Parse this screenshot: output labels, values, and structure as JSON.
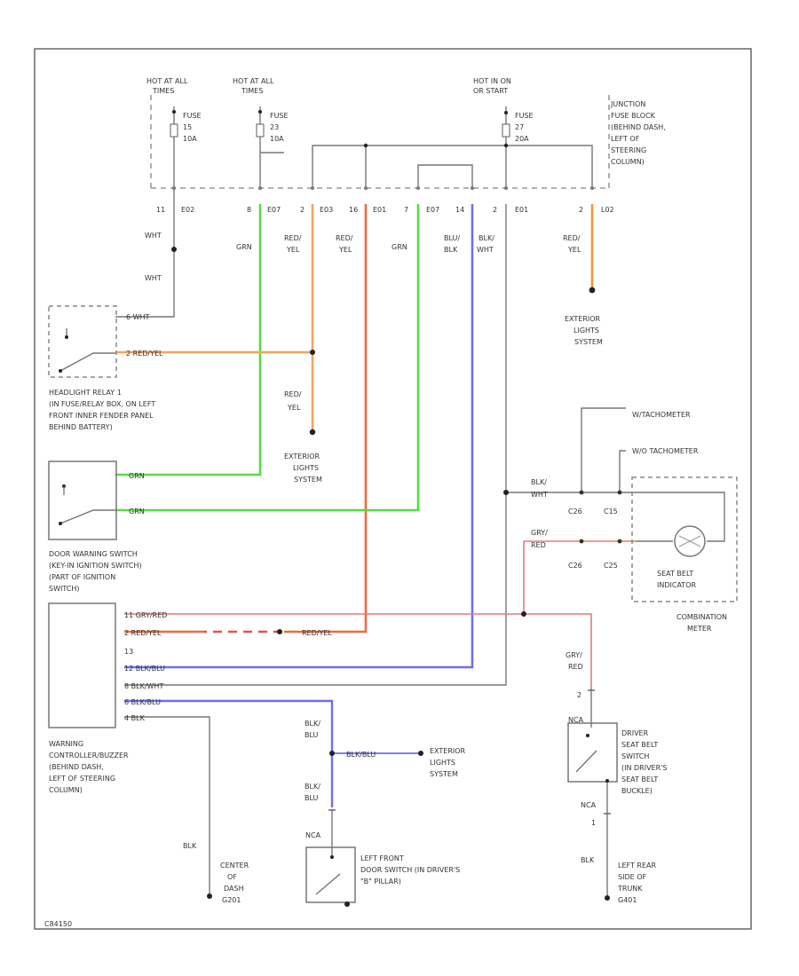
{
  "colors": {
    "green": "#55dd44",
    "orange": "#f7a35c",
    "red_orange": "#f2683c",
    "blue": "#6f6fee",
    "gray": "#777777",
    "pink_red": "#e8787b"
  },
  "power": {
    "hot1": [
      "HOT AT ALL",
      "TIMES"
    ],
    "hot2": [
      "HOT AT ALL",
      "TIMES"
    ],
    "hot3": [
      "HOT IN ON",
      "OR START"
    ],
    "fuse1": [
      "FUSE",
      "15",
      "10A"
    ],
    "fuse2": [
      "FUSE",
      "23",
      "10A"
    ],
    "fuse3": [
      "FUSE",
      "27",
      "20A"
    ]
  },
  "junction_box": [
    "JUNCTION",
    "FUSE BLOCK",
    "(BEHIND DASH,",
    "LEFT OF",
    "STEERING",
    "COLUMN)"
  ],
  "connectors": [
    {
      "pin": "11",
      "conn": "E02"
    },
    {
      "pin": "8",
      "conn": "E07"
    },
    {
      "pin": "2",
      "conn": "E03"
    },
    {
      "pin": "16",
      "conn": "E01"
    },
    {
      "pin": "7",
      "conn": "E07"
    },
    {
      "pin": "14",
      "conn": ""
    },
    {
      "pin": "2",
      "conn": "E01"
    },
    {
      "pin": "2",
      "conn": "L02"
    }
  ],
  "wire_labels": {
    "wht_top": "WHT",
    "wht_mid": "WHT",
    "grn1": "GRN",
    "red_yel_1": [
      "RED/",
      "YEL"
    ],
    "red_yel_2": [
      "RED/",
      "YEL"
    ],
    "grn2": "GRN",
    "blu_blk": [
      "BLU/",
      "BLK"
    ],
    "blk_wht": [
      "BLK/",
      "WHT"
    ],
    "red_yel_3": [
      "RED/",
      "YEL"
    ],
    "red_yel_4": [
      "RED/",
      "YEL"
    ],
    "blk_wht_2": [
      "BLK/",
      "WHT"
    ],
    "grn_red": [
      "GRY/",
      "RED"
    ],
    "grn_red_2": [
      "GRY/",
      "RED"
    ],
    "red_yel_5": "RED/YEL",
    "blk_blu_1": [
      "BLK/",
      "BLU"
    ],
    "blk_blu_2": [
      "BLK/",
      "BLU"
    ],
    "blk_blu_branch": "BLK/BLU",
    "blk_bottom": "BLK",
    "nca_1": "NCA",
    "nca_2": "NCA",
    "nca_3": "NCA",
    "blk_right": "BLK"
  },
  "relay_pins": {
    "p6_wht": "6 WHT",
    "p2_redyel": "2 RED/YEL",
    "grn_a": "GRN",
    "grn_b": "GRN"
  },
  "controller_pins": [
    "11 GRY/RED",
    "2 RED/YEL",
    "13",
    "12 BLK/BLU",
    "8 BLK/WHT",
    "6 BLK/BLU",
    "4 BLK"
  ],
  "components": {
    "exterior_1": [
      "EXTERIOR",
      "LIGHTS",
      "SYSTEM"
    ],
    "exterior_2": [
      "EXTERIOR",
      "LIGHTS",
      "SYSTEM"
    ],
    "exterior_3": [
      "EXTERIOR",
      "LIGHTS",
      "SYSTEM"
    ],
    "headlight_relay": [
      "HEADLIGHT RELAY 1",
      "(IN FUSE/RELAY BOX, ON LEFT",
      "FRONT INNER FENDER PANEL",
      "BEHIND BATTERY)"
    ],
    "door_switch": [
      "DOOR WARNING SWITCH",
      "(KEY-IN IGNITION SWITCH)",
      "(PART OF IGNITION",
      "SWITCH)"
    ],
    "controller": [
      "WARNING",
      "CONTROLLER/BUZZER",
      "(BEHIND DASH,",
      "LEFT OF STEERING",
      "COLUMN)"
    ],
    "ground_1": [
      "CENTER",
      "OF",
      "DASH",
      "G201"
    ],
    "left_front_door": [
      "LEFT FRONT",
      "DOOR SWITCH (IN DRIVER'S",
      "\"B\" PILLAR)"
    ],
    "driver_belt": [
      "DRIVER",
      "SEAT BELT",
      "SWITCH",
      "(IN DRIVER'S",
      "SEAT BELT",
      "BUCKLE)"
    ],
    "ground_2": [
      "LEFT REAR",
      "SIDE OF",
      "TRUNK",
      "G401"
    ],
    "tach_w": "W/TACHOMETER",
    "tach_wo": "W/O TACHOMETER",
    "seat_belt_indicator": [
      "SEAT BELT",
      "INDICATOR"
    ],
    "combination_meter": [
      "COMBINATION",
      "METER"
    ]
  },
  "meter_pins": {
    "c26_top": "C26",
    "c15": "C15",
    "c26_bot": "C26",
    "c25": "C25",
    "pin2": "2",
    "pin1": "1"
  },
  "footer_code": "C84150"
}
